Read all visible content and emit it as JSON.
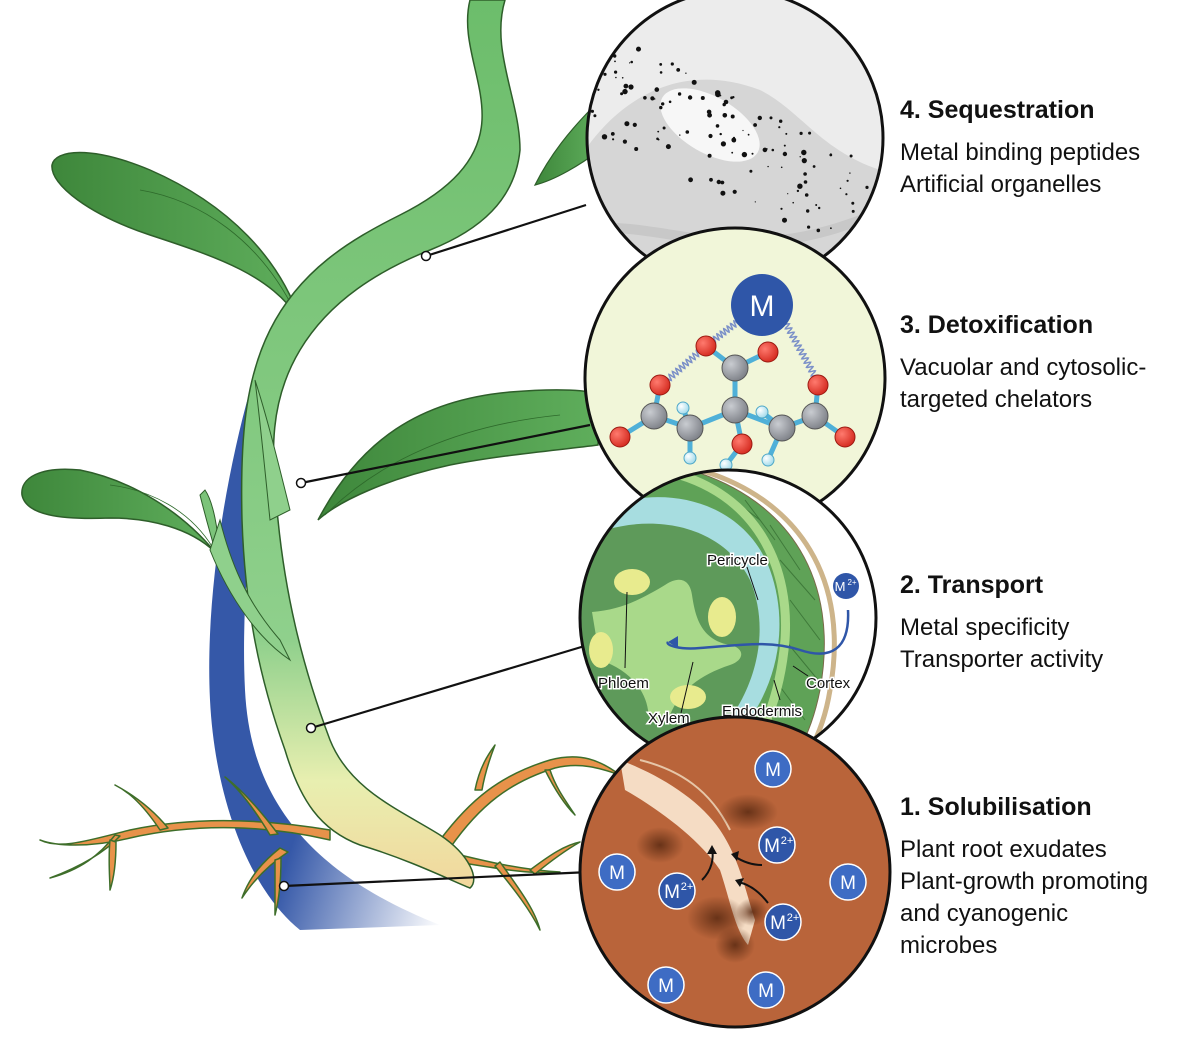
{
  "stages": [
    {
      "number": "4",
      "title": "4. Sequestration",
      "items": [
        "Metal binding peptides",
        "Artificial organelles"
      ]
    },
    {
      "number": "3",
      "title": "3. Detoxification",
      "items": [
        "Vacuolar and cytosolic-",
        "targeted chelators"
      ]
    },
    {
      "number": "2",
      "title": "2. Transport",
      "items": [
        "Metal specificity",
        "Transporter activity"
      ]
    },
    {
      "number": "1",
      "title": "1. Solubilisation",
      "items": [
        "Plant root exudates",
        "Plant-growth promoting",
        "and cyanogenic",
        "microbes"
      ]
    }
  ],
  "detox_circle": {
    "metal_label": "M"
  },
  "transport_circle": {
    "ion_label": "M",
    "ion_charge": "2+",
    "labels": {
      "pericycle": "Pericycle",
      "phloem": "Phloem",
      "xylem": "Xylem",
      "endodermis": "Endodermis",
      "cortex": "Cortex"
    }
  },
  "solubilisation_circle": {
    "metal_label": "M",
    "ion_label": "M",
    "ion_charge": "2+"
  },
  "colors": {
    "metal_blue": "#2f56a8",
    "metal_light_blue": "#3e6cc4",
    "leaf_green": "#3f8a3c",
    "stem_green": "#7cc47a",
    "root_orange": "#e8924a",
    "soil_brown": "#b9643a",
    "detox_bg": "#f1f6d9",
    "oxygen_red": "#e53b2f",
    "carbon_gray": "#8f9298",
    "hydrogen_cyan": "#cfeef6"
  }
}
